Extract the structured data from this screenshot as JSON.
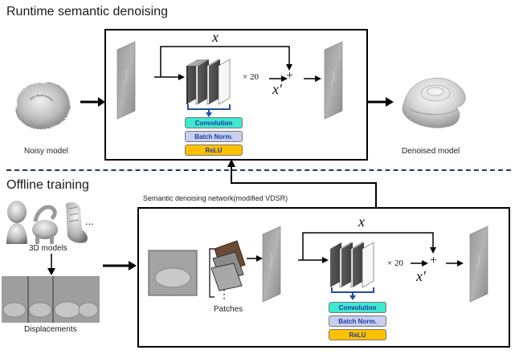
{
  "top": {
    "heading": "Runtime semantic denoising",
    "noisy_label": "Noisy model",
    "denoised_label": "Denoised model",
    "x_label": "x",
    "xprime_label": "x′",
    "repeat_label": "× 20",
    "plus_label": "+",
    "layers": {
      "conv": "Convolution",
      "bn": "Batch Norm.",
      "relu": "ReLU"
    }
  },
  "bottom": {
    "heading": "Offline training",
    "network_title": "Semantic denoising network(modified VDSR)",
    "models_label": "3D models",
    "ellipsis": "...",
    "displacements_label": "Displacements",
    "patches_label": "Patches",
    "vdots": "⋮",
    "x_label": "x",
    "xprime_label": "x′",
    "repeat_label": "× 20",
    "plus_label": "+",
    "layers": {
      "conv": "Convolution",
      "bn": "Batch Norm.",
      "relu": "ReLU"
    }
  },
  "colors": {
    "separator": "#1f3b5c",
    "convolution": "#3fe8d0",
    "batch_norm": "#c8cff0",
    "relu": "#ffc000",
    "bracket": "#1f4ea8"
  },
  "icons": [
    "noisy-mesh-icon",
    "denoised-mesh-icon",
    "displacement-map-icon",
    "cnn-layers-icon",
    "patch-stack-icon",
    "face-bust-icon",
    "elephant-icon",
    "hand-icon"
  ]
}
